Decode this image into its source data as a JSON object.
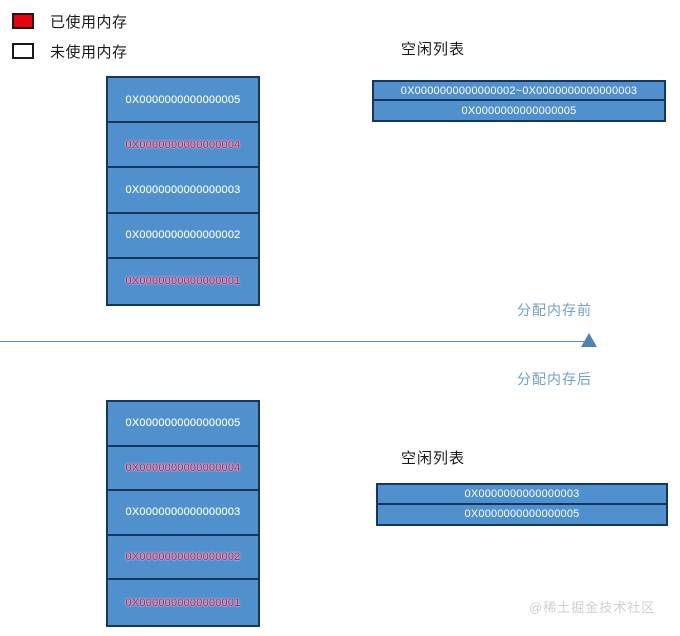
{
  "legend": {
    "items": [
      {
        "icon": "red-square-icon",
        "label": "已使用内存",
        "color": "#e8000d",
        "state": "used"
      },
      {
        "icon": "white-square-icon",
        "label": "未使用内存",
        "color": "#ffffff",
        "state": "free"
      }
    ]
  },
  "colors": {
    "block_fill": "#4f90cd",
    "block_border": "#17365d",
    "used_text": "#e8003c",
    "free_text": "#ffffff",
    "stage_label": "#6fa2c8",
    "divider": "#5b8db8",
    "used_swatch": "#e8000d"
  },
  "stages": {
    "before_label": "分配内存前",
    "after_label": "分配内存后"
  },
  "before": {
    "memory_block": {
      "rows": [
        {
          "address": "0X0000000000000005",
          "state": "free"
        },
        {
          "address": "0X0000000000000004",
          "state": "used"
        },
        {
          "address": "0X0000000000000003",
          "state": "free"
        },
        {
          "address": "0X0000000000000002",
          "state": "free"
        },
        {
          "address": "0X0000000000000001",
          "state": "used"
        }
      ]
    },
    "free_list": {
      "title": "空闲列表",
      "rows": [
        {
          "text": "0X0000000000000002~0X0000000000000003"
        },
        {
          "text": "0X0000000000000005"
        }
      ]
    }
  },
  "after": {
    "memory_block": {
      "rows": [
        {
          "address": "0X0000000000000005",
          "state": "free"
        },
        {
          "address": "0X0000000000000004",
          "state": "used"
        },
        {
          "address": "0X0000000000000003",
          "state": "free"
        },
        {
          "address": "0X0000000000000002",
          "state": "used"
        },
        {
          "address": "0X0000000000000001",
          "state": "used"
        }
      ]
    },
    "free_list": {
      "title": "空闲列表",
      "rows": [
        {
          "text": "0X0000000000000003"
        },
        {
          "text": "0X0000000000000005"
        }
      ]
    }
  },
  "watermark": "@稀土掘金技术社区"
}
